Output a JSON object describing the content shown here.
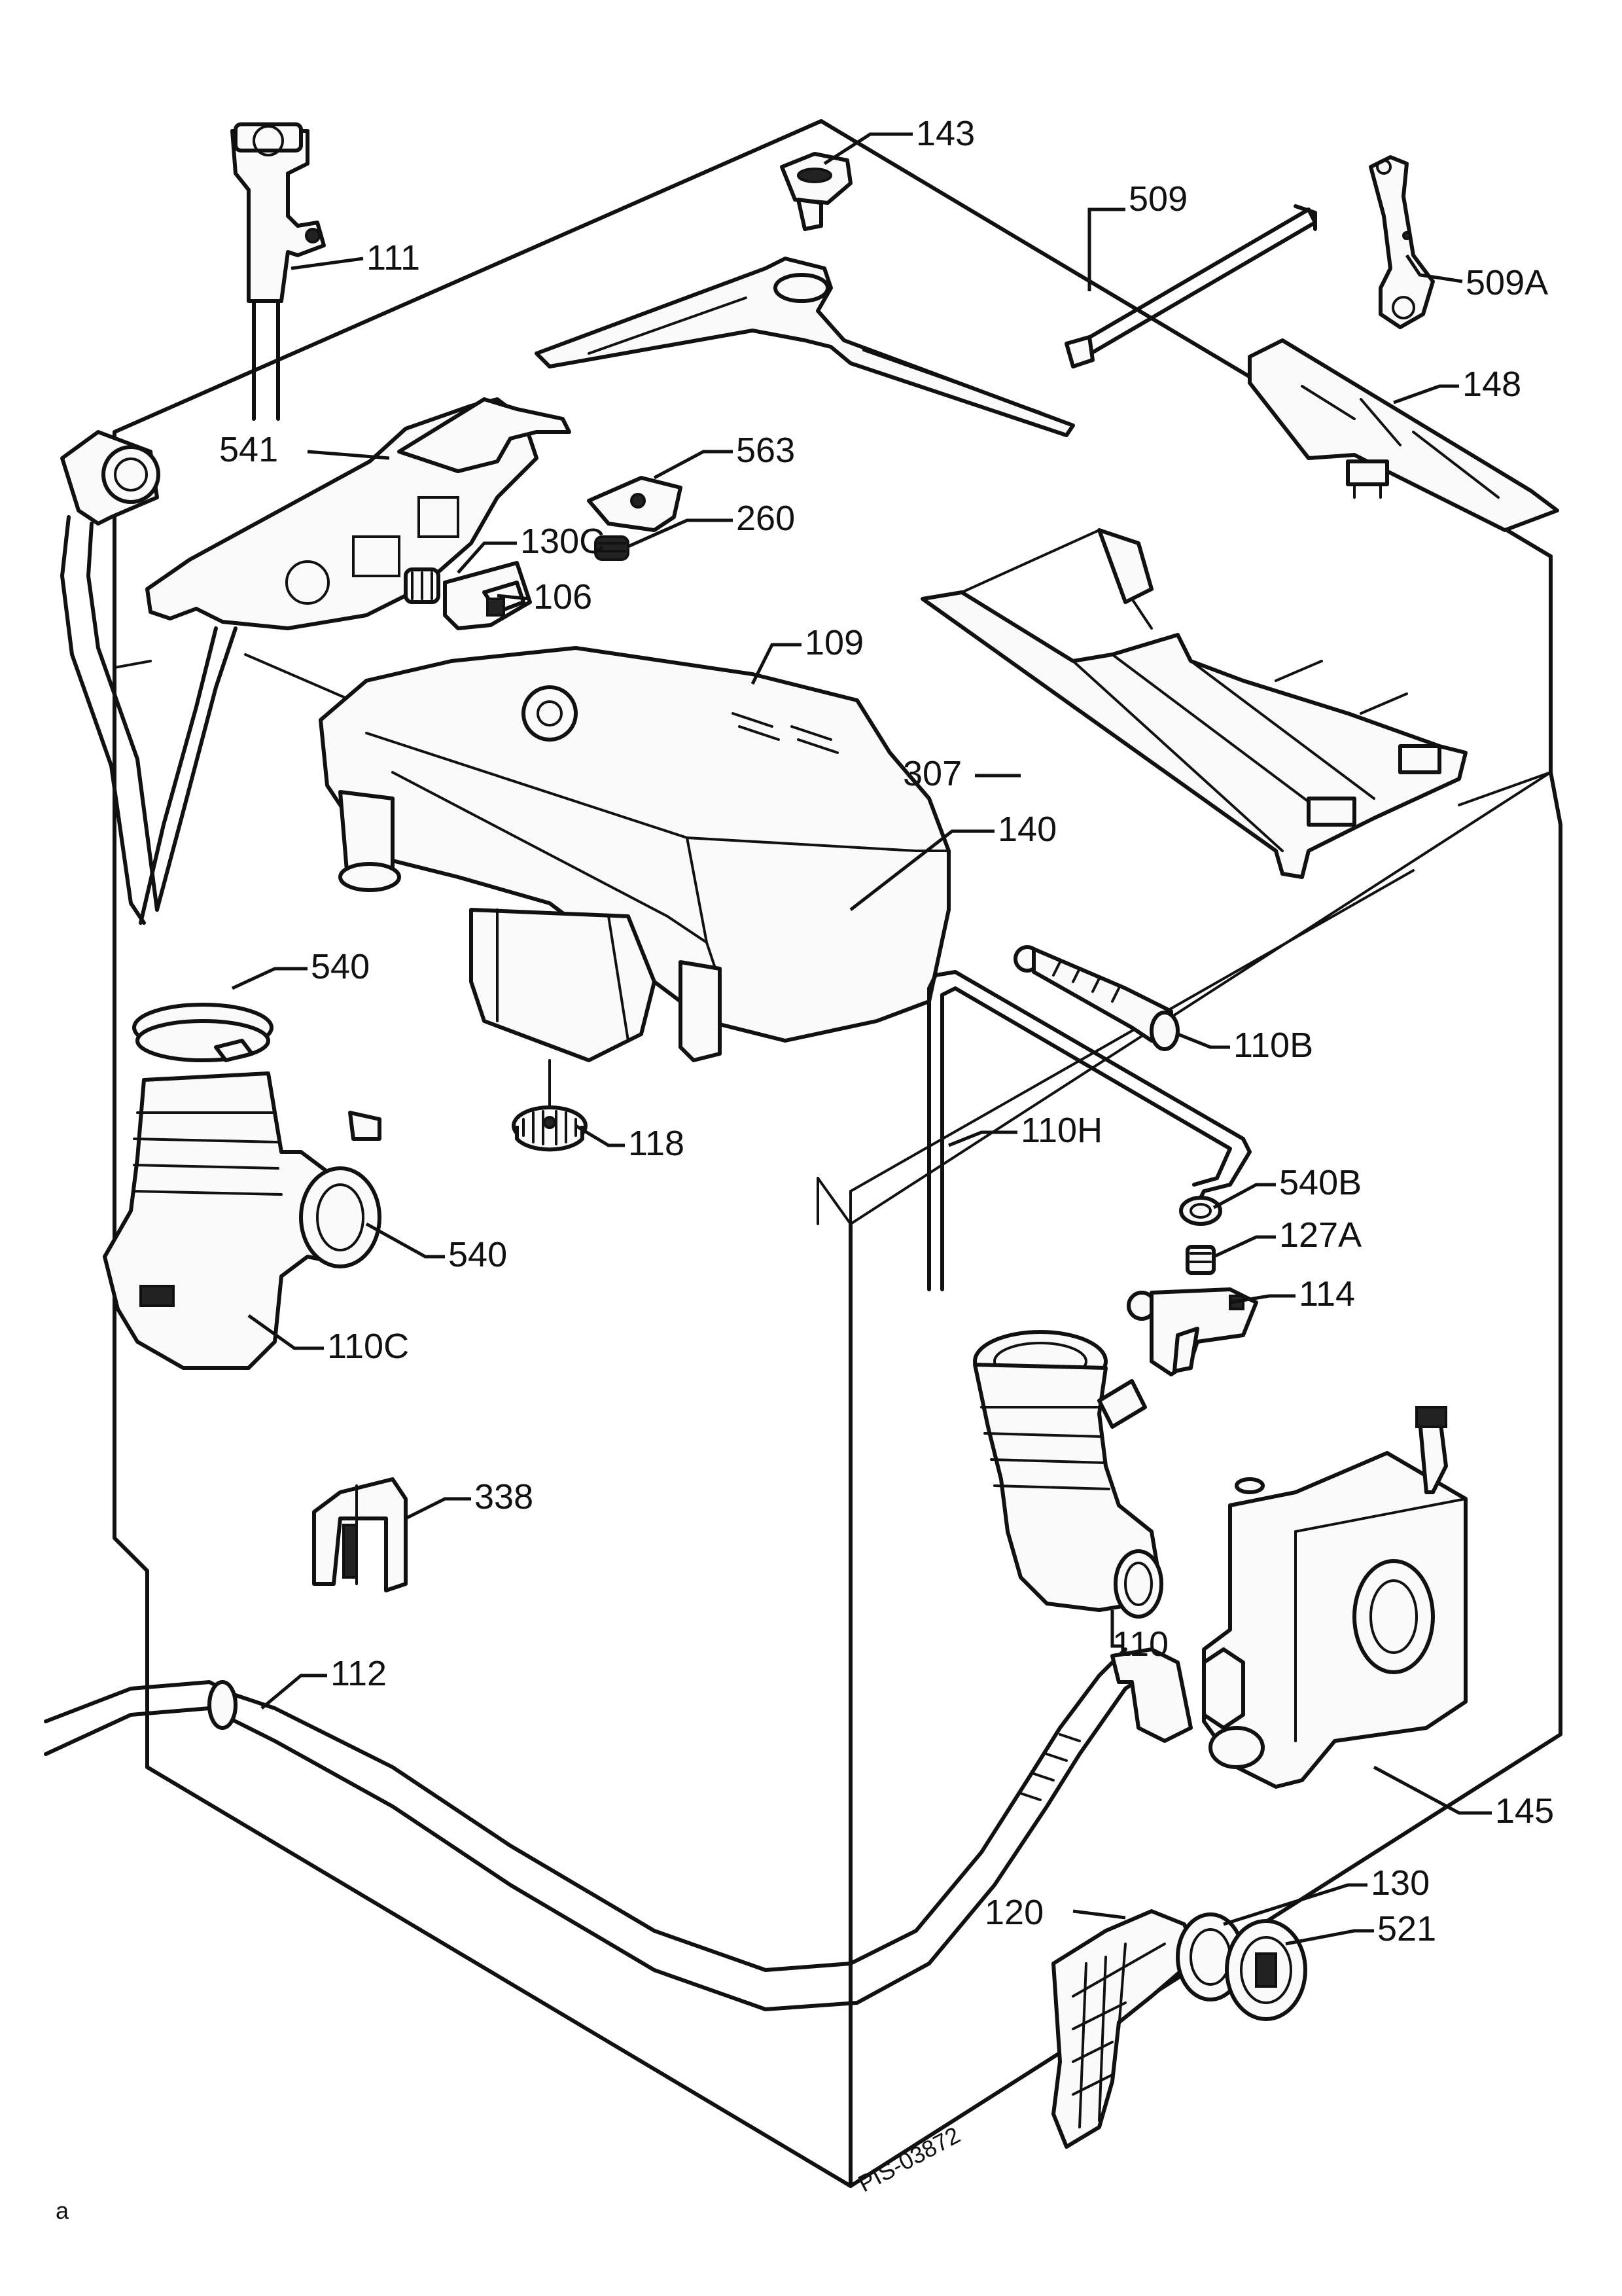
{
  "labels": {
    "p111": "111",
    "p143": "143",
    "p509": "509",
    "p509a": "509A",
    "p148": "148",
    "p541": "541",
    "p563": "563",
    "p260": "260",
    "p130c": "130C",
    "p106": "106",
    "p109": "109",
    "p307": "307",
    "p140": "140",
    "p540_top": "540",
    "p110b": "110B",
    "p118": "118",
    "p110h": "110H",
    "p540b": "540B",
    "p540_mid": "540",
    "p127a": "127A",
    "p114": "114",
    "p110c": "110C",
    "p338": "338",
    "p110": "110",
    "p112": "112",
    "p145": "145",
    "p130": "130",
    "p120": "120",
    "p521": "521"
  },
  "drawing_code": "PIS-03872",
  "corner_mark": "a"
}
